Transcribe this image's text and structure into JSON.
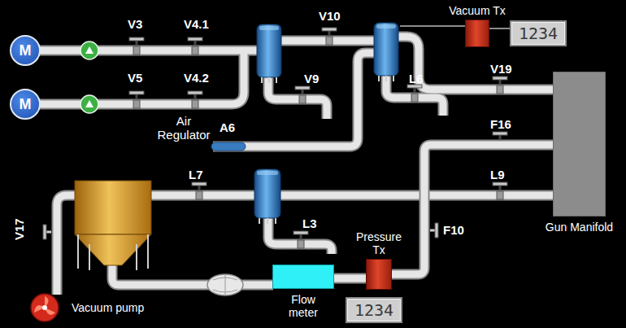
{
  "diagram": {
    "nodes": [
      {
        "text": [
          "M"
        ]
      },
      {
        "text": [
          "M"
        ]
      },
      {
        "text": [
          "Vacuum Tx"
        ]
      },
      {
        "text": [
          "1234"
        ]
      },
      {
        "text": [
          "Gun Manifold"
        ]
      },
      {
        "text": [
          "Flow meter"
        ]
      },
      {
        "text": [
          "Pressure Tx"
        ]
      },
      {
        "text": [
          "1234"
        ]
      }
    ],
    "edges": [
      {
        "from": 2,
        "to": 3,
        "arrow": "none"
      },
      {
        "from": 5,
        "to": 6,
        "arrow": "none"
      },
      {
        "from": 6,
        "to": 4,
        "arrow": "none"
      }
    ],
    "labels": [
      "V3",
      "V4.1",
      "V5",
      "V4.2",
      "V10",
      "V9",
      "L6",
      "V19",
      "Air Regulator",
      "A6",
      "F16",
      "L7",
      "L9",
      "V17",
      "L3",
      "F10",
      "Vacuum pump"
    ]
  }
}
